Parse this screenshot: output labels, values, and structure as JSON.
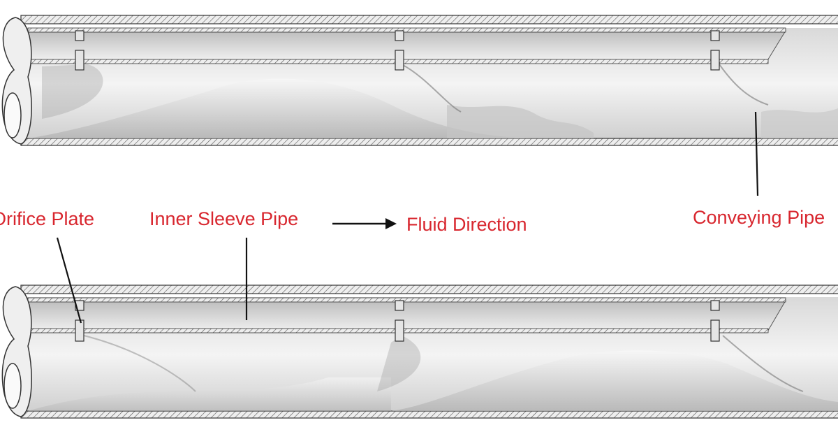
{
  "labels": {
    "orifice_plate": "Orifice Plate",
    "inner_sleeve_pipe": "Inner Sleeve Pipe",
    "fluid_direction": "Fluid Direction",
    "conveying_pipe": "Conveying Pipe"
  },
  "colors": {
    "label_text": "#d8262e",
    "line_art": "#333333",
    "shading": "#8c8c8c",
    "background": "#ffffff"
  }
}
